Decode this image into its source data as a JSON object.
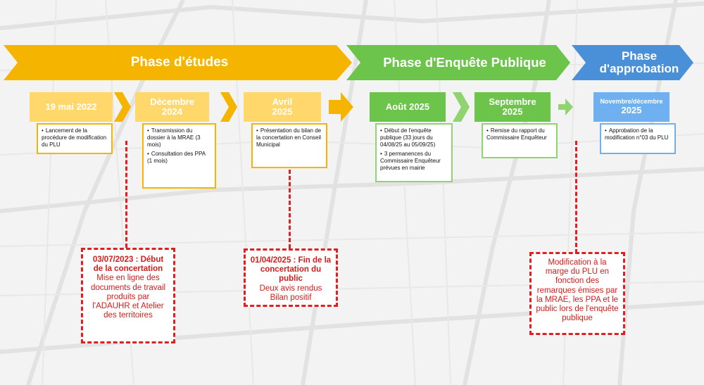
{
  "colors": {
    "etudes": "#f5b400",
    "etudes_light": "#ffd76a",
    "enquete": "#6dc44a",
    "enquete_light": "#8fd46e",
    "approbation": "#4a90d9",
    "approbation_light": "#6fb1f0",
    "red": "#e02020"
  },
  "phases": [
    {
      "label": "Phase d'études"
    },
    {
      "label": "Phase d'Enquête Publique"
    },
    {
      "label": "Phase d'approbation"
    }
  ],
  "steps": [
    {
      "date": "19 mai 2022",
      "items": [
        "Lancement de la procédure de modification du PLU"
      ]
    },
    {
      "date": "Décembre 2024",
      "items": [
        "Transmission du dossier à la MRAE (3 mois)",
        "Consultation des PPA (1 mois)"
      ]
    },
    {
      "date": "Avril 2025",
      "items": [
        "Présentation du bilan de la concertation en Conseil Municipal"
      ]
    },
    {
      "date": "Août 2025",
      "items": [
        "Début de l'enquête publique  (33 jours du 04/08/25 au 05/09/25)",
        "3 permanences du Commissaire Enquêteur prévues en mairie"
      ]
    },
    {
      "date": "Septembre 2025",
      "items": [
        "Remise du rapport du Commissaire Enquêteur"
      ]
    },
    {
      "date_line1": "Novembre/décembre",
      "date_line2": "2025",
      "items": [
        "Approbation de la modification n°03 du PLU"
      ]
    }
  ],
  "notes": [
    {
      "title": "03/07/2023 : Début de la concertation",
      "text": "Mise en ligne des documents de travail produits par l'ADAUHR et Atelier des territoires"
    },
    {
      "title": "01/04/2025 : Fin de la concertation du public",
      "text": "Deux avis rendus Bilan positif"
    },
    {
      "title": "",
      "text": "Modification à la marge du PLU en fonction des remarques émises par la MRAE, les PPA et le public lors de l'enquête publique"
    }
  ]
}
